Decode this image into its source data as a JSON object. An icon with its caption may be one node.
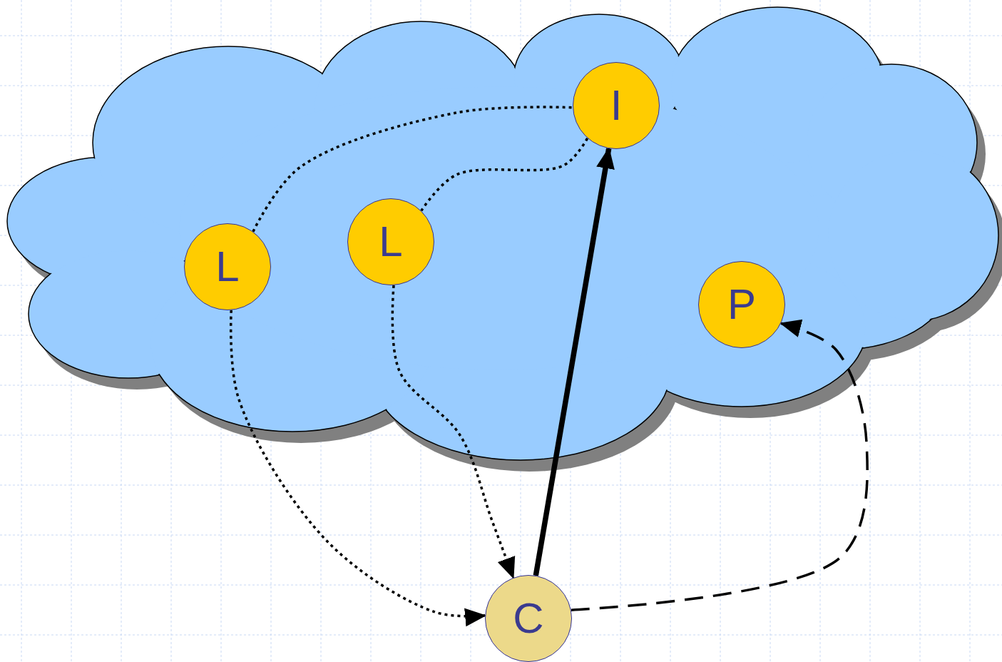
{
  "diagram": {
    "nodes": [
      {
        "text": [],
        "shape": "cloud"
      },
      {
        "text": [
          "I"
        ],
        "in": 0
      },
      {
        "text": [
          "L"
        ],
        "in": 0
      },
      {
        "text": [
          "L"
        ],
        "in": 0
      },
      {
        "text": [
          "P"
        ],
        "in": 0
      },
      {
        "text": [
          "C"
        ]
      }
    ],
    "edges": [
      {
        "from": 2,
        "to": 1,
        "arrow": "none",
        "style": "dashed"
      },
      {
        "from": 3,
        "to": 1,
        "arrow": "none",
        "style": "dashed"
      },
      {
        "from": 2,
        "to": 5,
        "arrow": "to",
        "style": "dashed"
      },
      {
        "from": 3,
        "to": 5,
        "arrow": "to",
        "style": "dashed"
      },
      {
        "from": 5,
        "to": 1,
        "arrow": "to",
        "style": "thick"
      },
      {
        "from": 5,
        "to": 4,
        "arrow": "to",
        "style": "dashed"
      }
    ]
  }
}
